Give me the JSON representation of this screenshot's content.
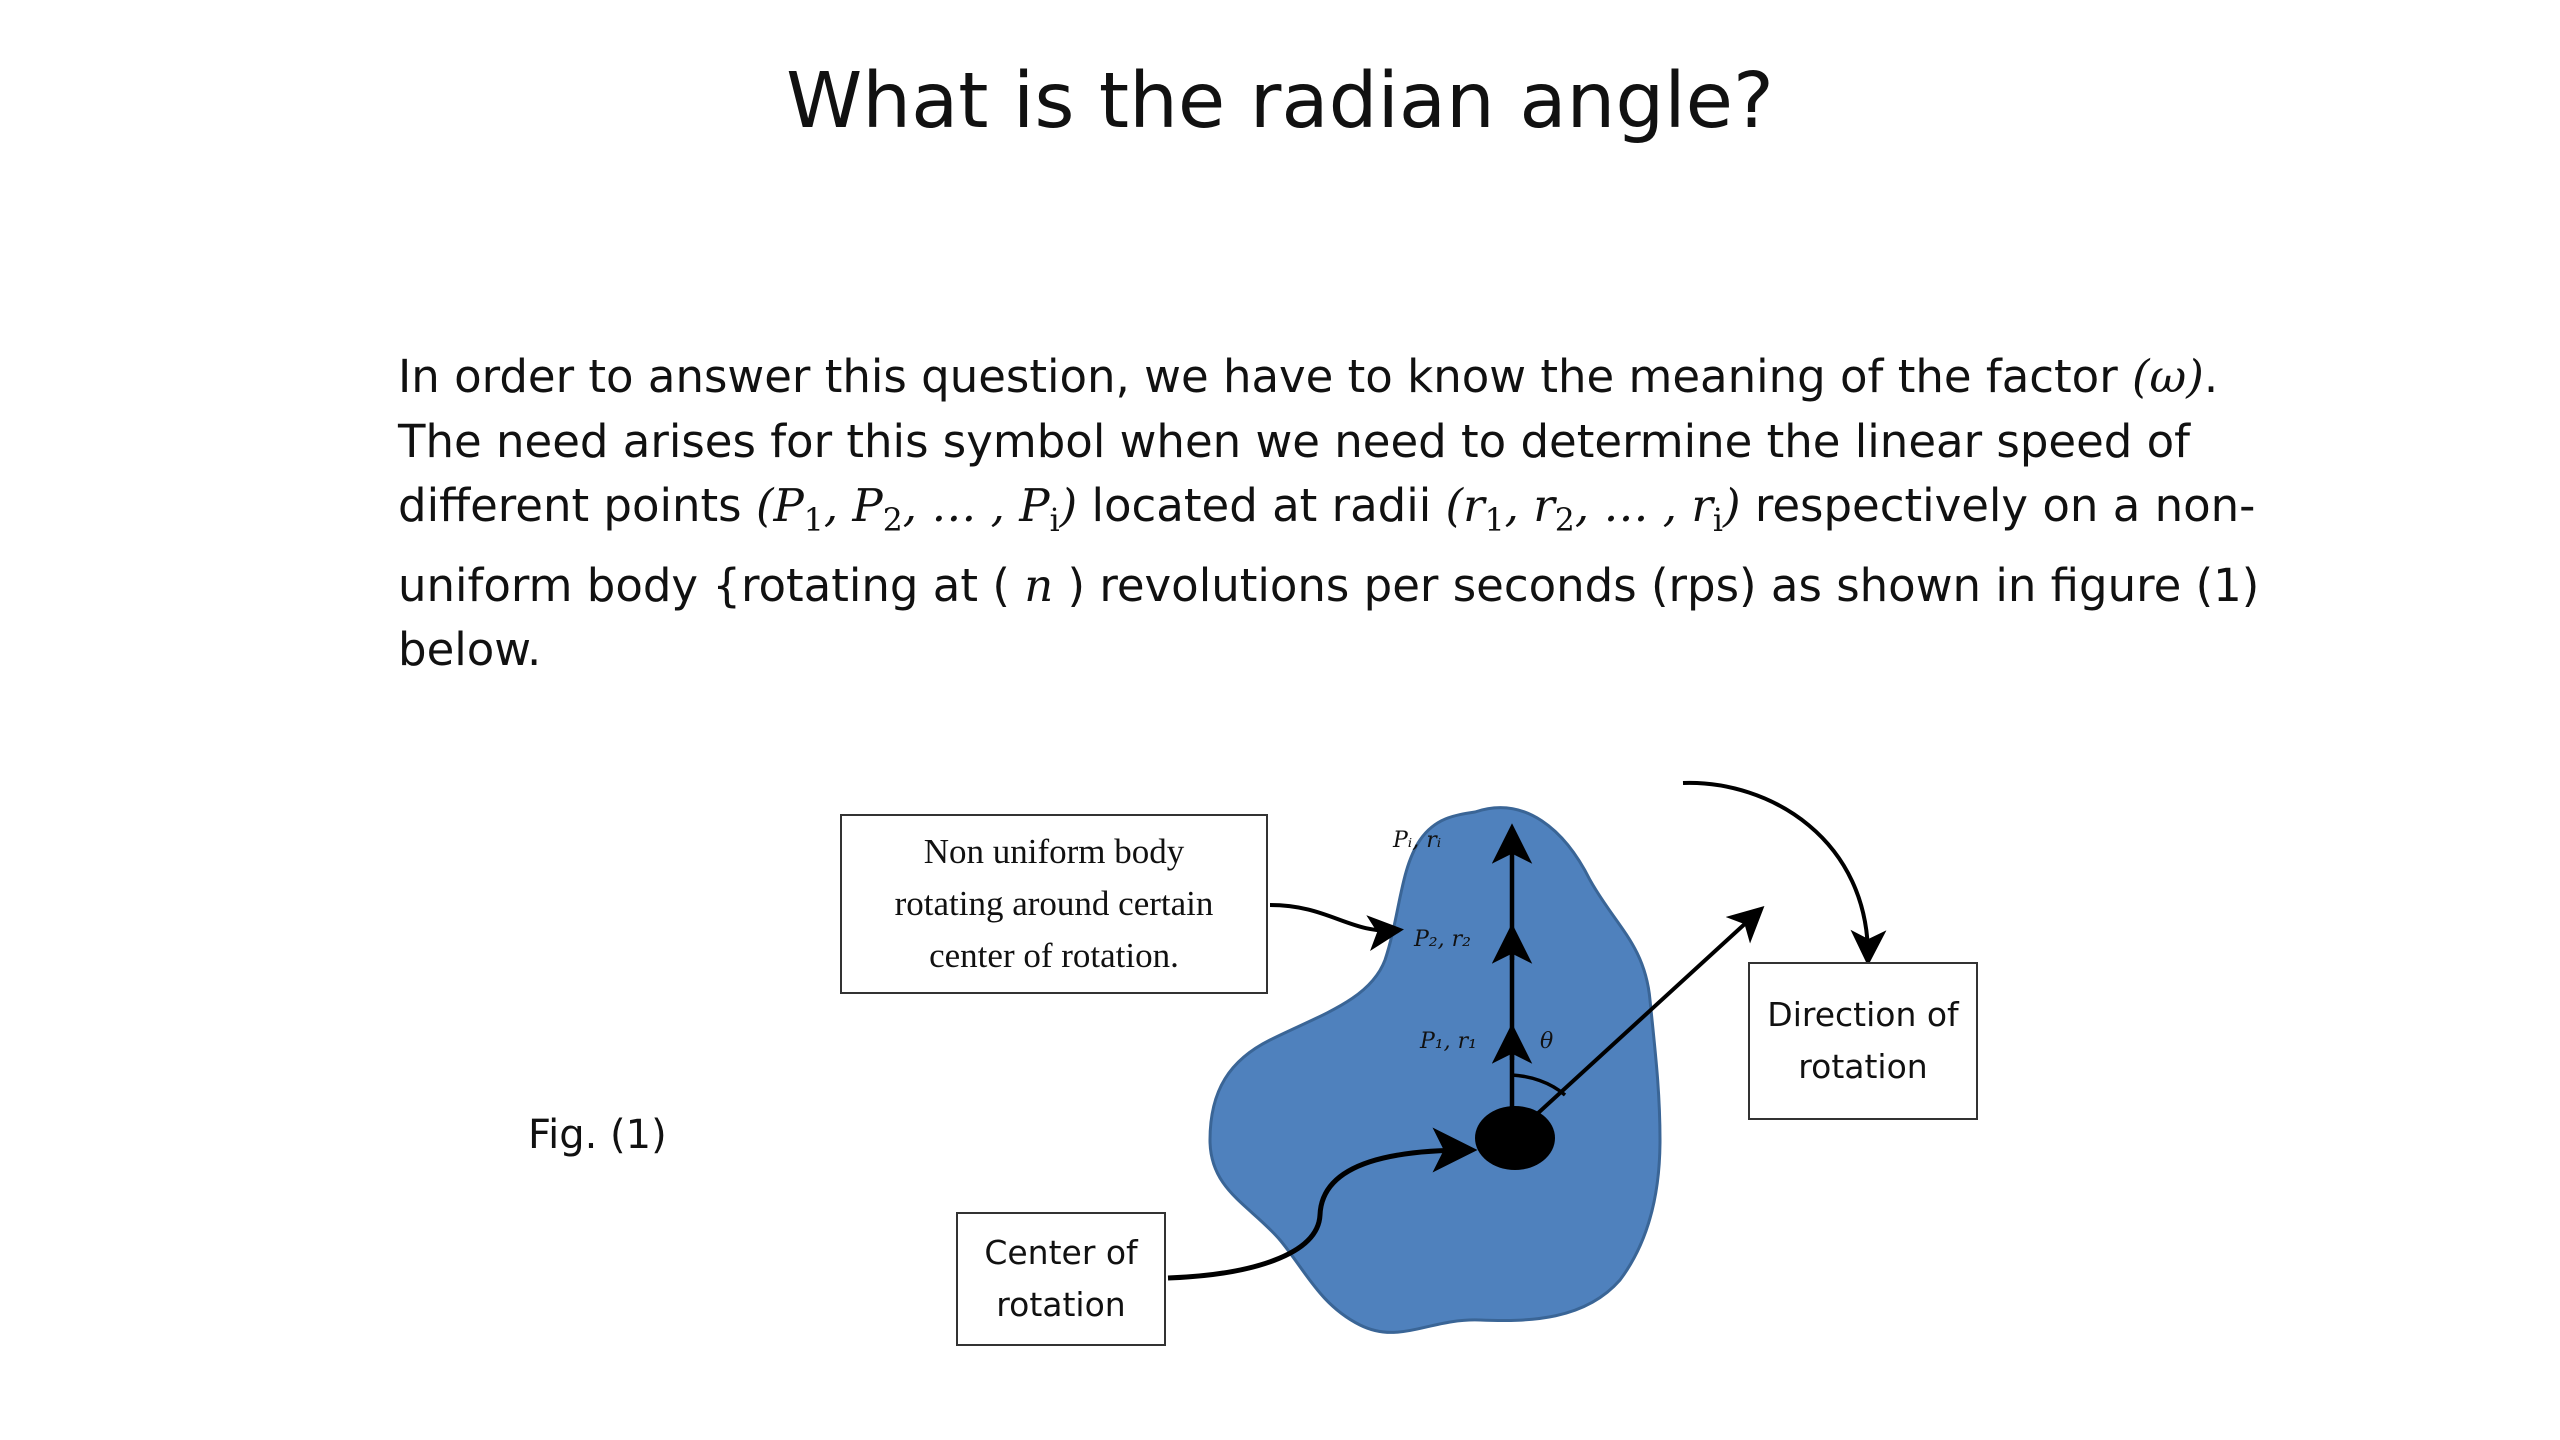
{
  "slide": {
    "title": "What is the radian angle?",
    "paragraph": {
      "l1a": "In order to answer this question, we have to know the meaning of the factor ",
      "l1m": "(ω)",
      "l1b": ".",
      "l2": "The need arises for this symbol when we need to determine the linear speed of",
      "l3a": "different points ",
      "l3m1_pre": "(P",
      "l3m1_s1": "1",
      "l3m1_mid1": ", P",
      "l3m1_s2": "2",
      "l3m1_mid2": ", … , P",
      "l3m1_s3": "i",
      "l3m1_post": ")",
      "l3b": " located at radii ",
      "l3m2_pre": "(r",
      "l3m2_s1": "1",
      "l3m2_mid1": ", r",
      "l3m2_s2": "2",
      "l3m2_mid2": ", … , r",
      "l3m2_s3": "i",
      "l3m2_post": ")",
      "l3c": " respectively on a non-",
      "l4a": "uniform body {rotating at ( ",
      "l4m": "n",
      "l4b": " ) revolutions per seconds (rps) as shown in figure (1)",
      "l5": "below."
    },
    "figure": {
      "label": "Fig. (1)",
      "body_box": [
        "Non uniform body",
        "rotating around certain",
        "center of rotation."
      ],
      "center_box": [
        "Center of",
        "rotation"
      ],
      "direction_box": [
        "Direction of",
        "rotation"
      ],
      "point_labels": {
        "top": "Pᵢ, rᵢ",
        "mid": "P₂, r₂",
        "low": "P₁, r₁",
        "angle": "θ"
      },
      "colors": {
        "body_fill": "#4f81bd",
        "body_stroke": "#3a6596",
        "line": "#000000",
        "box_border": "#333333"
      }
    }
  }
}
